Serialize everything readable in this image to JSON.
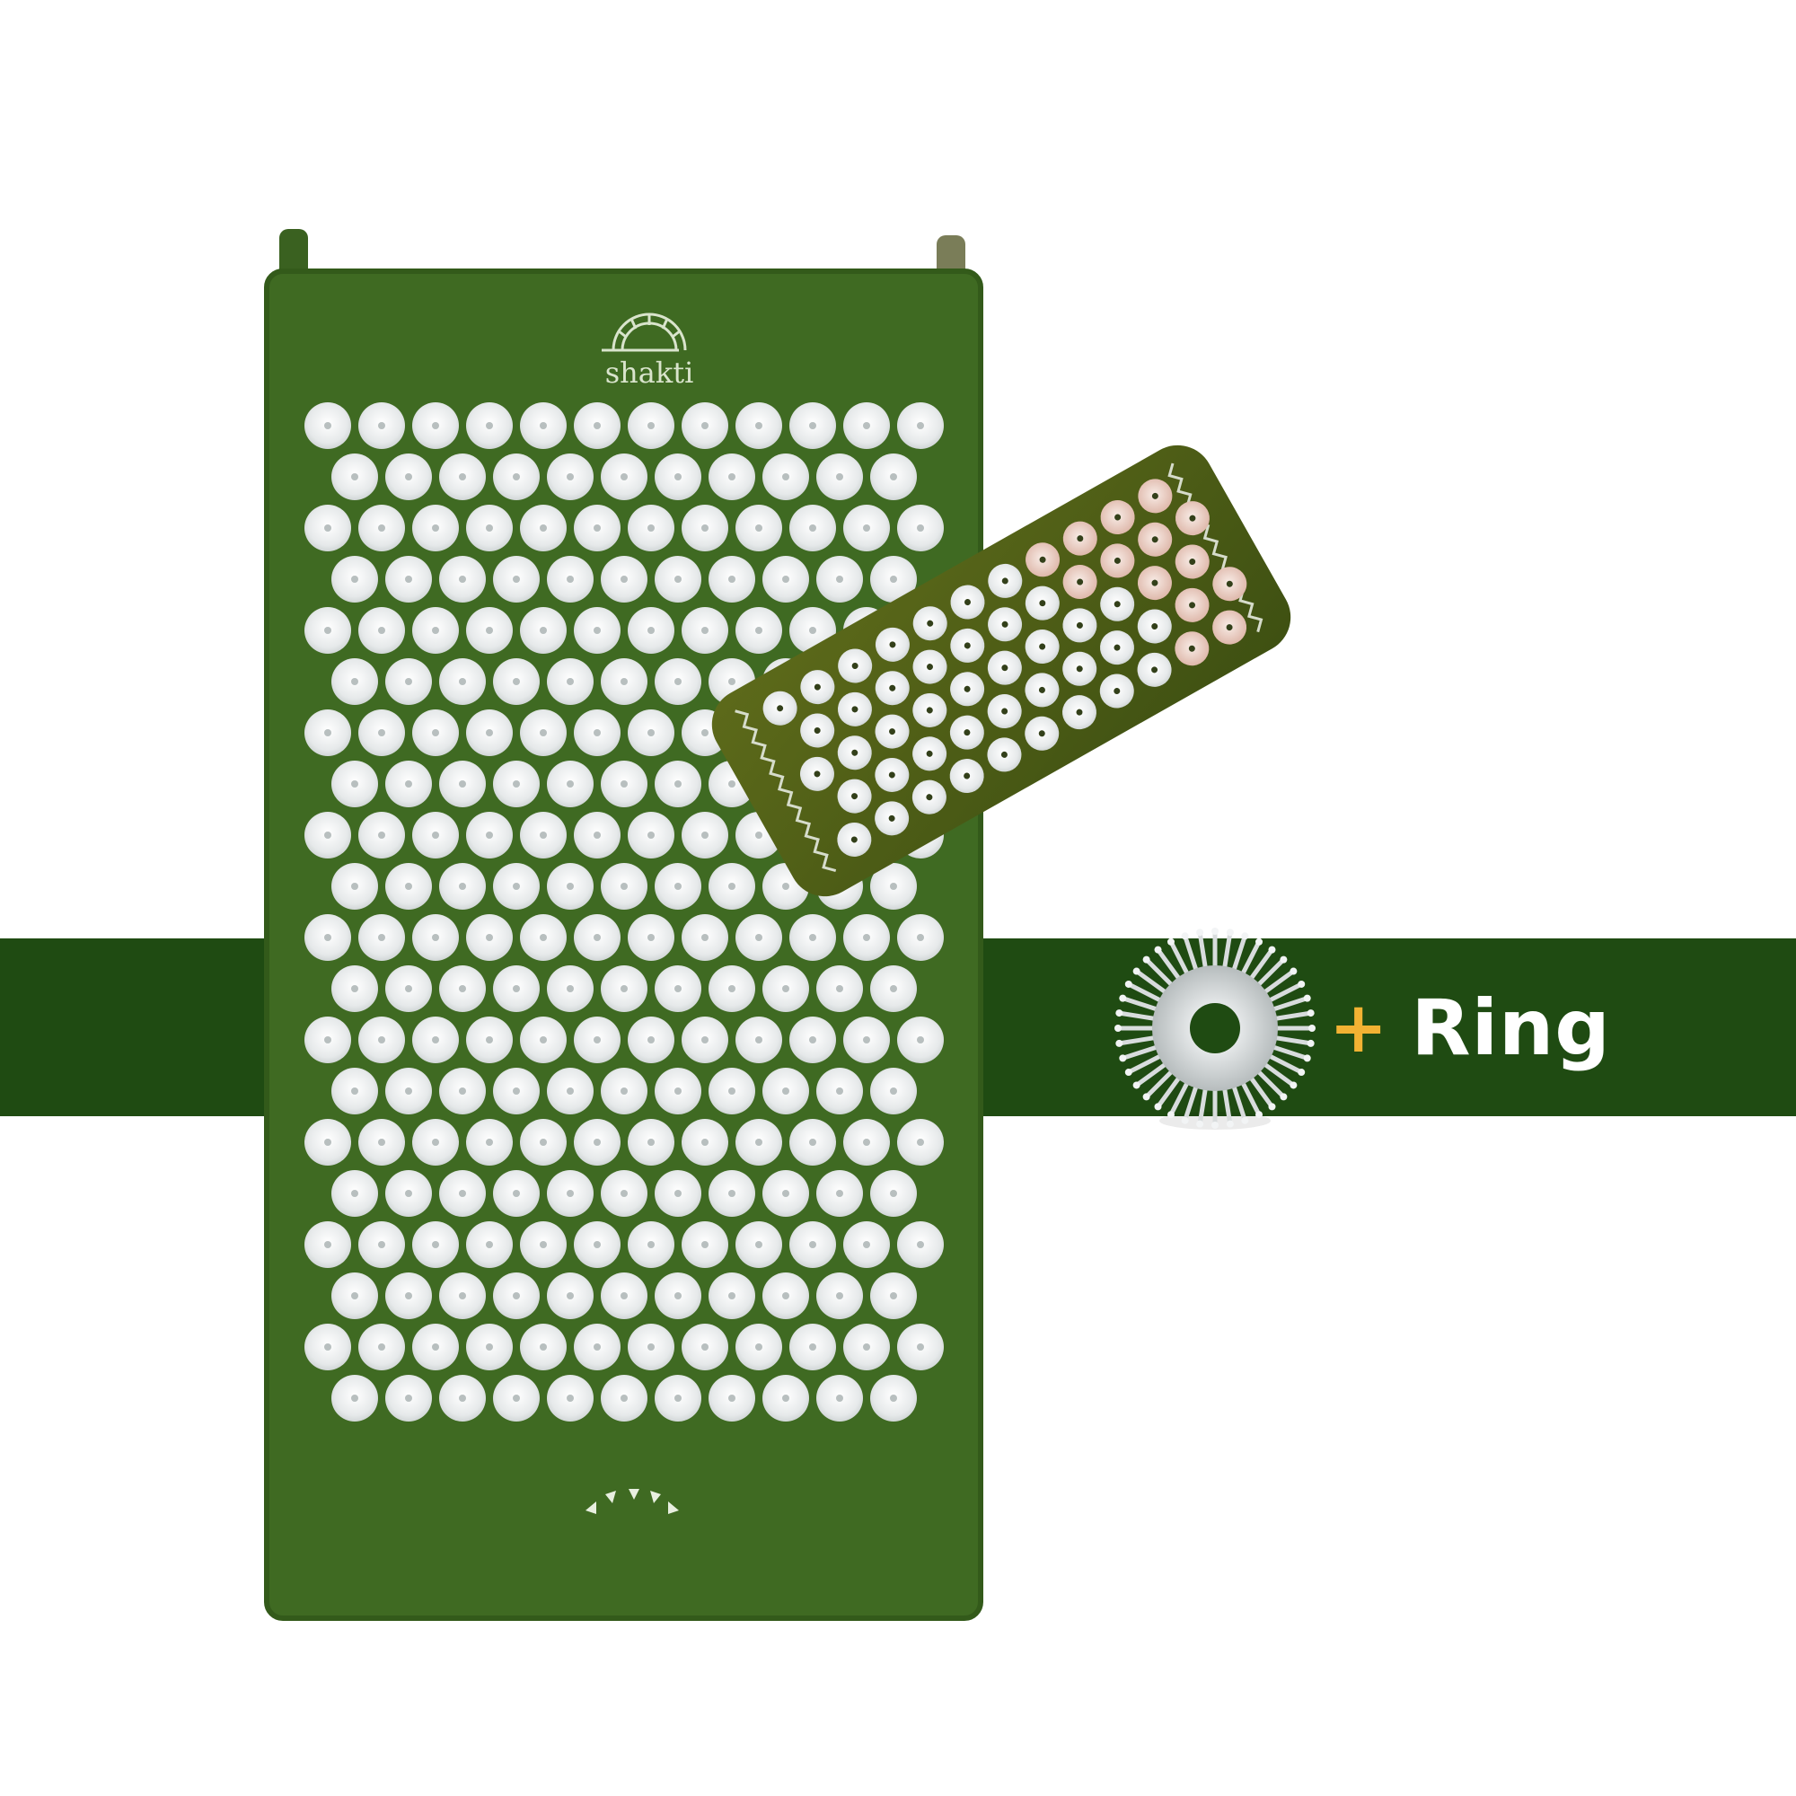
{
  "brand": {
    "name": "shakti"
  },
  "addon": {
    "plus": "+",
    "label": "Ring"
  },
  "colors": {
    "band": "#1f4b12",
    "mat": "#3f6a22",
    "pillow": "#4e5c16",
    "flower": "#eceff0",
    "pink_flower": "#e9c9bd",
    "plus": "#f2b233",
    "text": "#ffffff"
  },
  "products": [
    "acupressure-mat",
    "acupressure-pillow",
    "massage-ring"
  ]
}
